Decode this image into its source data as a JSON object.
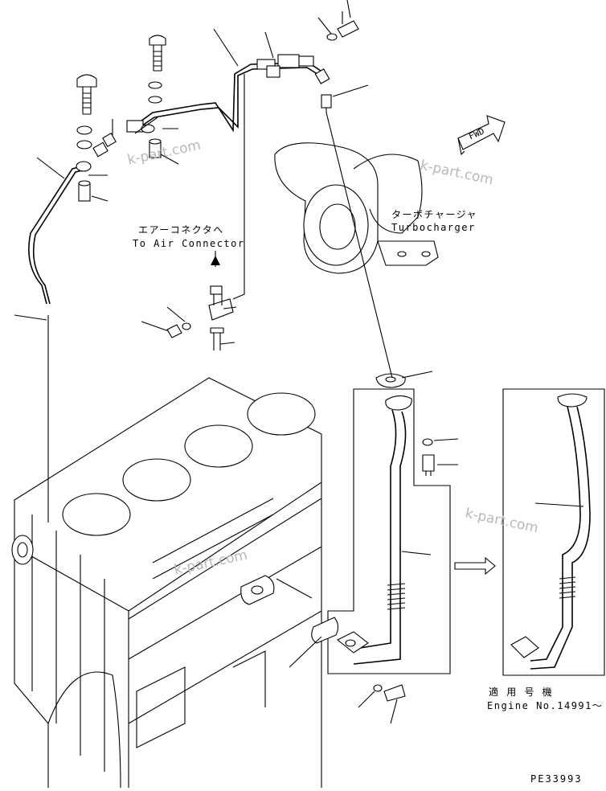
{
  "labels": {
    "air_connector_jp": "エアーコネクタへ",
    "air_connector_en": "To Air Connector",
    "turbocharger_jp": "ターボチャージャ",
    "turbocharger_en": "Turbocharger",
    "serial_jp": "適 用 号 機",
    "serial_en": "Engine No.14991～",
    "fwd": "FWD",
    "drawing_code": "PE33993"
  },
  "watermarks": [
    "k-part.com",
    "k-part.com",
    "k-part.com",
    "k-part.com"
  ]
}
